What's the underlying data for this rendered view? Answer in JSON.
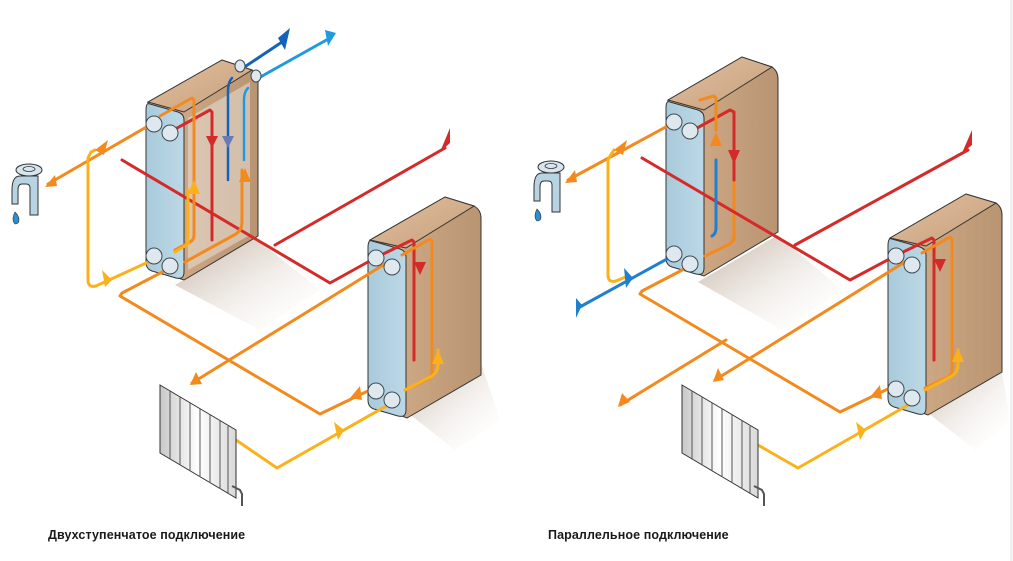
{
  "diagrams": [
    {
      "id": "two-stage",
      "caption": "Двухступенчатое подключение",
      "components": [
        "hot-water-heat-exchanger",
        "heating-heat-exchanger",
        "water-tap",
        "radiator"
      ],
      "flows": [
        {
          "name": "district-supply",
          "color": "red",
          "direction": "in"
        },
        {
          "name": "cold-water-inlet",
          "color": "blue",
          "direction": "in"
        },
        {
          "name": "cold-water-outlet",
          "color": "light-blue",
          "direction": "out"
        },
        {
          "name": "hot-water-to-tap",
          "color": "orange",
          "direction": "out"
        },
        {
          "name": "radiator-supply",
          "color": "orange",
          "direction": "out"
        },
        {
          "name": "radiator-return",
          "color": "yellow",
          "direction": "in"
        }
      ]
    },
    {
      "id": "parallel",
      "caption": "Параллельное подключение",
      "components": [
        "hot-water-heat-exchanger",
        "heating-heat-exchanger",
        "water-tap",
        "radiator"
      ],
      "flows": [
        {
          "name": "district-supply",
          "color": "red",
          "direction": "in"
        },
        {
          "name": "cold-water-inlet",
          "color": "blue",
          "direction": "in"
        },
        {
          "name": "hot-water-to-tap",
          "color": "orange",
          "direction": "out"
        },
        {
          "name": "district-return",
          "color": "orange",
          "direction": "out"
        },
        {
          "name": "radiator-supply",
          "color": "orange",
          "direction": "out"
        },
        {
          "name": "radiator-return",
          "color": "yellow",
          "direction": "in"
        }
      ]
    }
  ],
  "colors": {
    "red": "#d42a2a",
    "orange": "#f28a1e",
    "yellow": "#fbb21a",
    "blue": "#1f7fd0",
    "light_blue": "#1e9be0",
    "dark_blue": "#1563b8",
    "plate_front": "#b3d2e2",
    "plate_body": "#c9a07c",
    "radiator": "#f0f0f0"
  }
}
